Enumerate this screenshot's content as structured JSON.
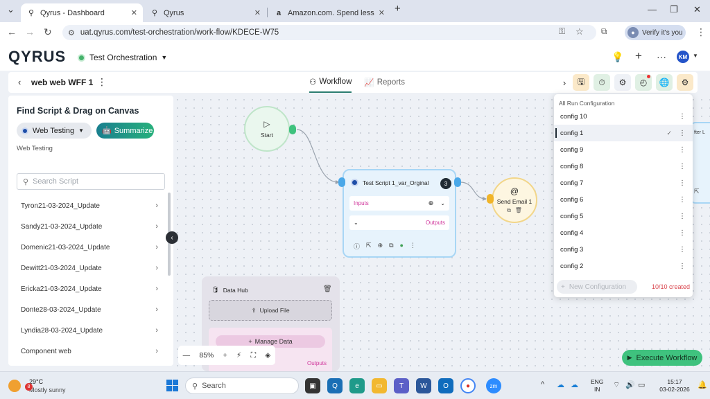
{
  "browser": {
    "tabs": [
      {
        "label": "Qyrus - Dashboard",
        "icon": "search-icon",
        "active": true
      },
      {
        "label": "Qyrus",
        "icon": "search-icon",
        "active": false
      },
      {
        "label": "Amazon.com. Spend less. Smile",
        "icon": "amazon-icon",
        "active": false
      }
    ],
    "url": "uat.qyrus.com/test-orchestration/work-flow/KDECE-W75",
    "verify_label": "Verify it's you"
  },
  "app": {
    "logo": "QYRUS",
    "project": "Test Orchestration",
    "avatar": "KM"
  },
  "toolbar": {
    "workflow_name": "web web WFF 1",
    "tabs": [
      {
        "label": "Workflow",
        "active": true
      },
      {
        "label": "Reports",
        "active": false
      }
    ]
  },
  "left_panel": {
    "title": "Find Script & Drag on Canvas",
    "type_select": "Web Testing",
    "summarize": "Summarize",
    "subtitle": "Web Testing",
    "search_placeholder": "Search Script",
    "scripts": [
      "Tyron21-03-2024_Update",
      "Sandy21-03-2024_Update",
      "Domenic21-03-2024_Update",
      "Dewitt21-03-2024_Update",
      "Ericka21-03-2024_Update",
      "Donte28-03-2024_Update",
      "Lyndia28-03-2024_Update",
      "Component web"
    ]
  },
  "canvas": {
    "start_label": "Start",
    "script_node": {
      "title": "Test Script 1_var_Orginal",
      "badge": "3",
      "inputs": "Inputs",
      "outputs": "Outputs"
    },
    "email_node": "Send Email 1",
    "hidden_node_label": "fter L",
    "data_hub": {
      "title": "Data Hub",
      "upload": "Upload File",
      "manage": "Manage Data",
      "outputs": "Outputs"
    },
    "zoom": "85%",
    "execute": "Execute Workflow"
  },
  "run_config": {
    "header": "All Run Configuration",
    "items": [
      "config 10",
      "config 1",
      "config 9",
      "config 8",
      "config 7",
      "config 6",
      "config 5",
      "config 4",
      "config 3",
      "config 2"
    ],
    "selected_index": 1,
    "new_label": "New Configuration",
    "count": "10/10 created"
  },
  "taskbar": {
    "temp": "29°C",
    "weather": "Mostly sunny",
    "weather_badge": "8",
    "search": "Search",
    "lang1": "ENG",
    "lang2": "IN",
    "time": "15:17",
    "date": "03-02-2026"
  },
  "colors": {
    "accent_green": "#3fc27e",
    "teal": "#2a7d6f",
    "error_red": "#d9434b",
    "output_pink": "#d0359b"
  }
}
